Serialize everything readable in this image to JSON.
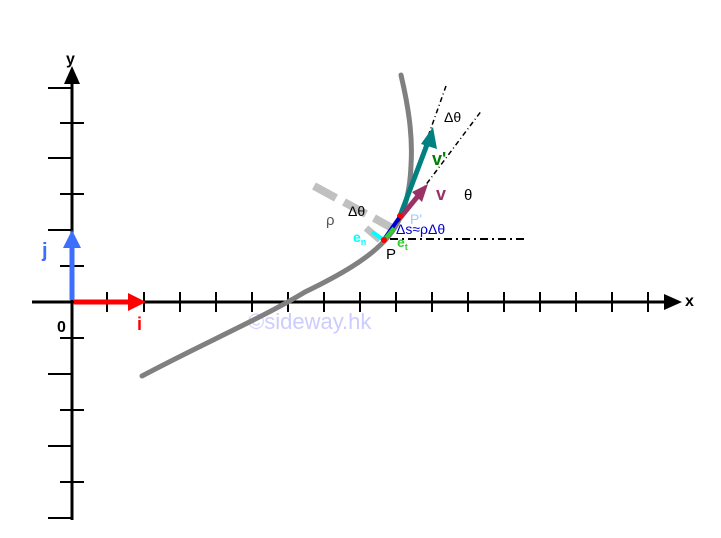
{
  "axes": {
    "x_label": "x",
    "y_label": "y",
    "origin_label": "0"
  },
  "unit_vectors": {
    "i_label": "i",
    "j_label": "j"
  },
  "points": {
    "p_label": "P",
    "p_prime_label": "P'"
  },
  "vectors": {
    "v_label": "v",
    "v_prime_label": "v'",
    "en_label": "e",
    "en_sub": "n",
    "et_label": "e",
    "et_sub": "t"
  },
  "angles": {
    "theta_label": "θ",
    "delta_theta_top": "Δθ",
    "delta_theta_center": "Δθ"
  },
  "radius": {
    "rho_label": "ρ"
  },
  "arc": {
    "ds_label": "Δs≈ρΔθ"
  },
  "watermark": "©sideway.hk",
  "colors": {
    "axis": "#000000",
    "curve": "#808080",
    "i_vector": "#ff0000",
    "j_vector": "#3d6fff",
    "v": "#993366",
    "v_prime": "#008080",
    "v_prime_label": "#008000",
    "en": "#00ffff",
    "et": "#33cc33",
    "ds": "#0000cc",
    "p_prime": "#99ccff",
    "rho_radius": "#c0c0c0",
    "watermark": "#ccccff"
  }
}
